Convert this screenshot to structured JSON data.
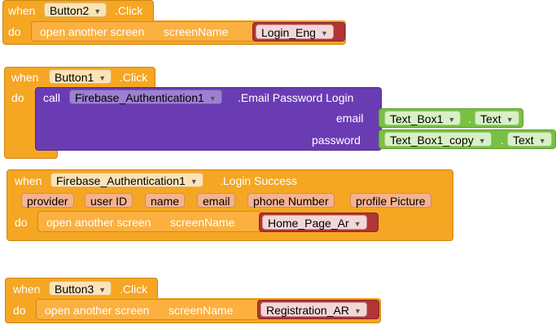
{
  "blocks": [
    {
      "when": "when",
      "component": "Button2",
      "event": ".Click",
      "do": "do",
      "open_screen": "open another screen",
      "screen_name_label": "screenName",
      "screen_value": "Login_Eng"
    },
    {
      "when": "when",
      "component": "Button1",
      "event": ".Click",
      "do": "do",
      "call": "call",
      "call_component": "Firebase_Authentication1",
      "call_method": ".Email Password Login",
      "email_label": "email",
      "email_component": "Text_Box1",
      "email_prop": "Text",
      "password_label": "password",
      "password_component": "Text_Box1_copy",
      "password_prop": "Text"
    },
    {
      "when": "when",
      "component": "Firebase_Authentication1",
      "event": ".Login Success",
      "params": [
        "provider",
        "user ID",
        "name",
        "email",
        "phone Number",
        "profile Picture"
      ],
      "do": "do",
      "open_screen": "open another screen",
      "screen_name_label": "screenName",
      "screen_value": "Home_Page_Ar"
    },
    {
      "when": "when",
      "component": "Button3",
      "event": ".Click",
      "do": "do",
      "open_screen": "open another screen",
      "screen_name_label": "screenName",
      "screen_value": "Registration_AR"
    }
  ],
  "dot": ".",
  "caret": "▼",
  "colors": {
    "event": "#f5a623",
    "procedure": "#6a3cb4",
    "text": "#b13535",
    "component": "#7ac043"
  }
}
